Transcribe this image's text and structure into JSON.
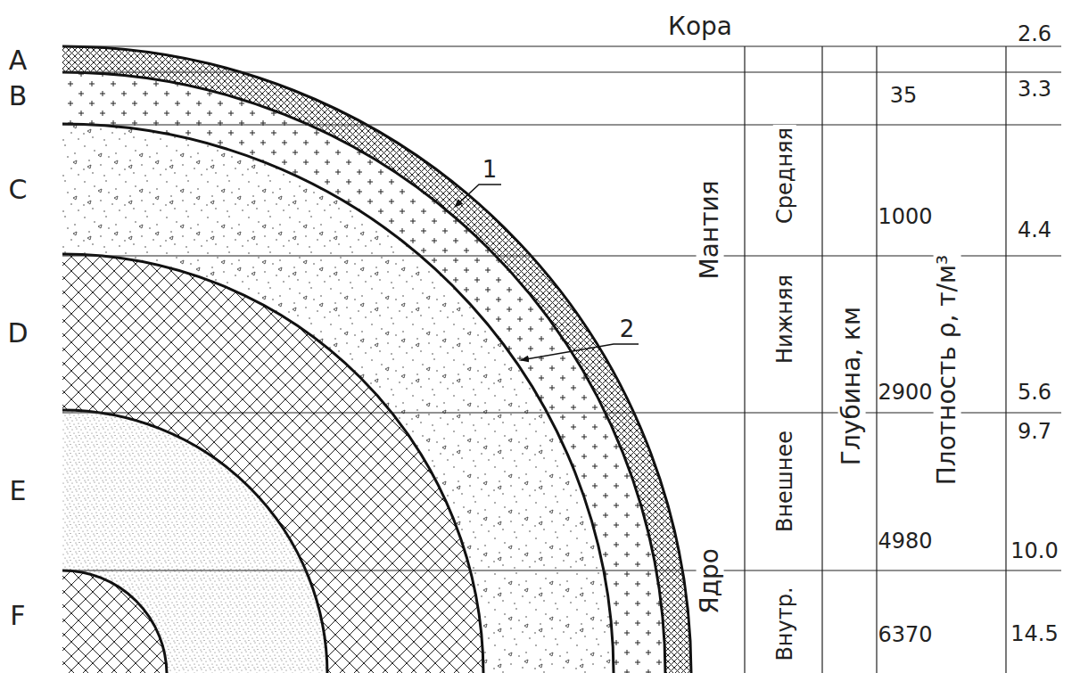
{
  "diagram": {
    "labels": [
      "Кора",
      "2.6",
      "A",
      "B",
      "C",
      "D",
      "E",
      "F",
      "35",
      "3.3",
      "Мантия",
      "Средняя",
      "1000",
      "Плотность ρ, т/м³",
      "4.4",
      "Нижняя",
      "Глубина, км",
      "2900",
      "5.6",
      "Внешнее",
      "9.7",
      "Ядро",
      "4980",
      "10.0",
      "Внутр.",
      "6370",
      "14.5",
      "1",
      "2"
    ]
  }
}
